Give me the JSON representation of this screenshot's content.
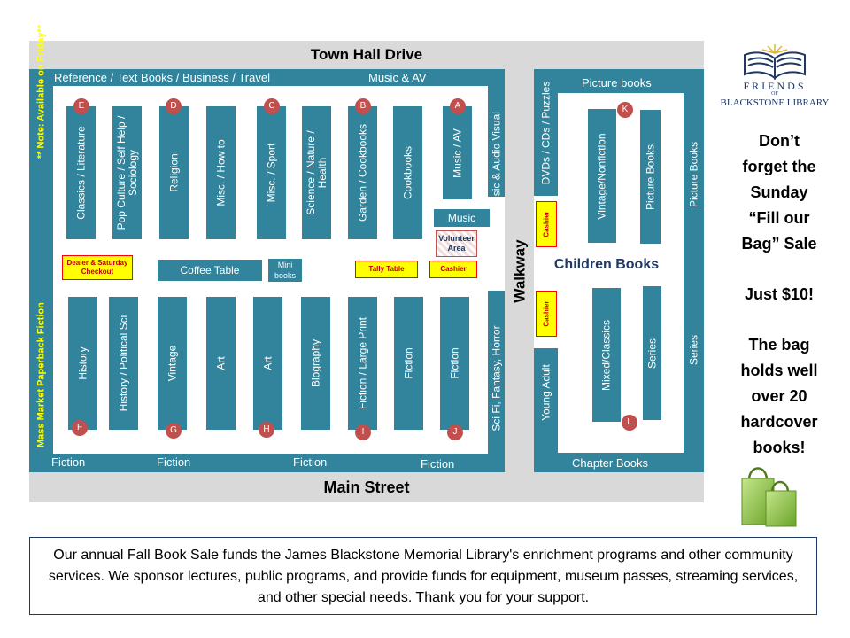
{
  "streets": {
    "north": "Town Hall Drive",
    "south": "Main Street",
    "walkway": "Walkway"
  },
  "main_room": {
    "top_edge_left": "Reference / Text Books / Business / Travel",
    "top_edge_right": "Music & AV",
    "left_edge_main": "Mass Market Paperback Fiction",
    "left_edge_note": "** Note: Available on  Friday**",
    "right_edge_top": "Music & Audio Visual",
    "right_edge_bottom": "Sci Fi, Fantasy, Horror",
    "bottom_edge": [
      "Fiction",
      "Fiction",
      "Fiction",
      "Fiction"
    ],
    "top_shelves": [
      {
        "label": "Classics / Literature",
        "badge": "E"
      },
      {
        "label": "Pop Culture / Self Help / Sociology",
        "badge": ""
      },
      {
        "label": "Religion",
        "badge": "D"
      },
      {
        "label": "Misc. / How to",
        "badge": ""
      },
      {
        "label": "Misc. / Sport",
        "badge": "C"
      },
      {
        "label": "Science / Nature / Health",
        "badge": ""
      },
      {
        "label": "Garden / Cookbooks",
        "badge": "B"
      },
      {
        "label": "Cookbooks",
        "badge": ""
      },
      {
        "label": "Music / AV",
        "badge": "A"
      }
    ],
    "bottom_shelves": [
      {
        "label": "History",
        "badge": "F"
      },
      {
        "label": "History / Political Sci",
        "badge": ""
      },
      {
        "label": "Vintage",
        "badge": "G"
      },
      {
        "label": "Art",
        "badge": ""
      },
      {
        "label": "Art",
        "badge": "H"
      },
      {
        "label": "Biography",
        "badge": ""
      },
      {
        "label": "Fiction / Large Print",
        "badge": "I"
      },
      {
        "label": "Fiction",
        "badge": ""
      },
      {
        "label": "Fiction",
        "badge": "J"
      }
    ],
    "coffee_table": "Coffee Table",
    "mini_books": "Mini books",
    "music_table": "Music",
    "volunteer_area": "Volunteer Area",
    "dealer_checkout": "Dealer & Saturday Checkout",
    "tally_table": "Tally  Table",
    "cashier": "Cashier"
  },
  "children_room": {
    "title": "Children Books",
    "top_edge": "Picture  books",
    "left_edge_top": "DVDs / CDs / Puzzles",
    "left_edge_bottom": "Young Adult",
    "right_edge_top": "Picture Books",
    "right_edge_bottom": "Series",
    "bottom_edge": "Chapter Books",
    "cashier_top": "Cashier",
    "cashier_bottom": "Cashier",
    "shelves": [
      {
        "label": "Vintage/Nonfiction",
        "badge": "K"
      },
      {
        "label": "Picture Books",
        "badge": ""
      },
      {
        "label": "Mixed/Classics",
        "badge": "L"
      },
      {
        "label": "Series",
        "badge": ""
      }
    ]
  },
  "logo": {
    "line1": "FRIENDS",
    "line2": "OF",
    "line3": "BLACKSTONE LIBRARY"
  },
  "promo": {
    "line1": "Don’t",
    "line2": "forget the",
    "line3": "Sunday",
    "line4": "“Fill our",
    "line5": "Bag” Sale",
    "price": "Just $10!",
    "line6": "The bag",
    "line7": "holds well",
    "line8": "over 20",
    "line9": "hardcover",
    "line10": "books!"
  },
  "footer": "Our annual Fall Book Sale funds the James Blackstone Memorial Library's enrichment programs and other community services. We sponsor lectures, public programs, and provide funds for equipment, museum passes, streaming services,  and other special needs. Thank you for your support.",
  "colors": {
    "shelf": "#31849b",
    "road": "#d9d9d9",
    "badge": "#c0504d",
    "highlight": "#ffff00",
    "bag": "#92d050"
  }
}
